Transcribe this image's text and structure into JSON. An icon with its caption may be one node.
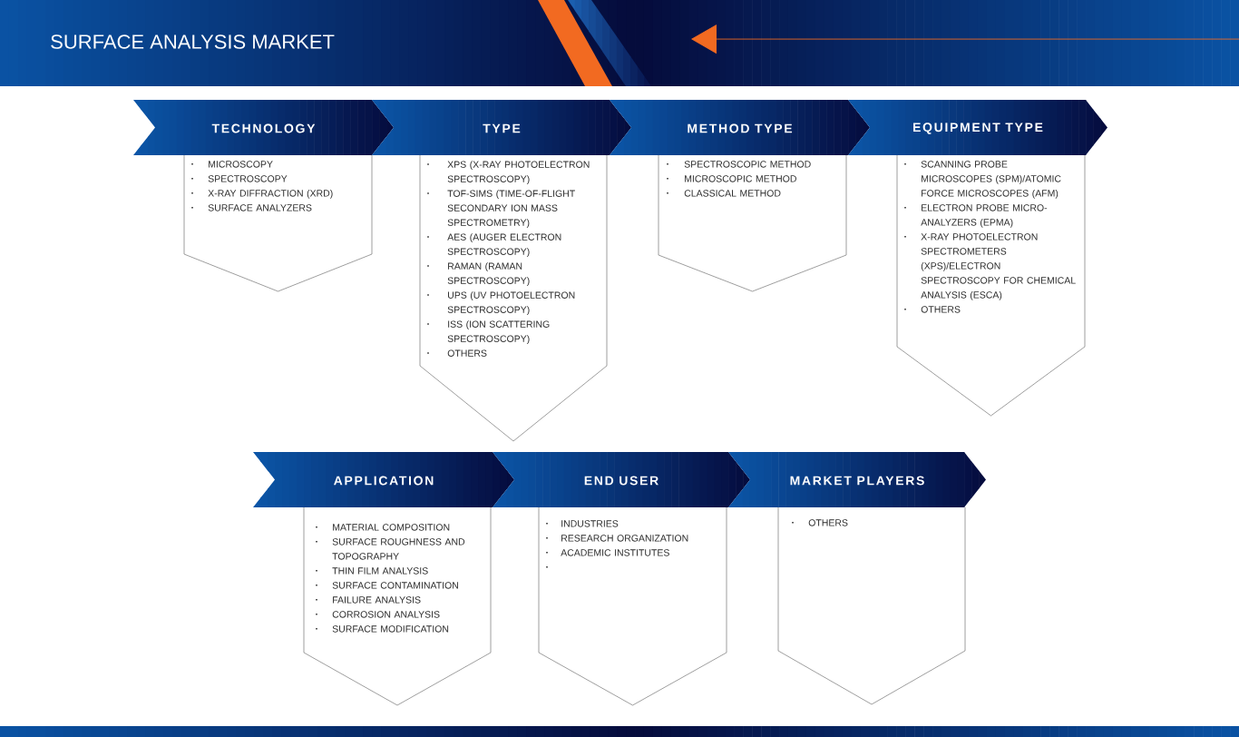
{
  "diagram": {
    "title": "SURFACE ANALYSIS MARKET",
    "nodes": [
      {
        "text": [
          "TECHNOLOGY"
        ]
      },
      {
        "text": [
          "MICROSCOPY",
          "SPECTROSCOPY",
          "X-RAY DIFFRACTION (XRD)",
          "SURFACE ANALYZERS"
        ]
      },
      {
        "text": [
          "TYPE"
        ]
      },
      {
        "text": [
          "XPS (X-RAY PHOTOELECTRON SPECTROSCOPY)",
          "TOF-SIMS (TIME-OF-FLIGHT SECONDARY ION MASS SPECTROMETRY)",
          "AES (AUGER ELECTRON SPECTROSCOPY)",
          "RAMAN (RAMAN SPECTROSCOPY)",
          "UPS (UV PHOTOELECTRON SPECTROSCOPY)",
          "ISS (ION SCATTERING SPECTROSCOPY)",
          "OTHERS"
        ]
      },
      {
        "text": [
          "METHOD TYPE"
        ]
      },
      {
        "text": [
          "SPECTROSCOPIC METHOD",
          "MICROSCOPIC METHOD",
          "CLASSICAL METHOD"
        ]
      },
      {
        "text": [
          "EQUIPMENT TYPE"
        ]
      },
      {
        "text": [
          "SCANNING PROBE MICROSCOPES (SPM)/ATOMIC FORCE MICROSCOPES (AFM)",
          "ELECTRON PROBE MICRO-ANALYZERS (EPMA)",
          "X-RAY PHOTOELECTRON SPECTROMETERS (XPS)/ELECTRON SPECTROSCOPY FOR CHEMICAL ANALYSIS (ESCA)",
          "OTHERS"
        ]
      },
      {
        "text": [
          "APPLICATION"
        ]
      },
      {
        "text": [
          "MATERIAL COMPOSITION",
          "SURFACE ROUGHNESS AND TOPOGRAPHY",
          "THIN FILM ANALYSIS",
          "SURFACE CONTAMINATION",
          "FAILURE ANALYSIS",
          "CORROSION ANALYSIS",
          "SURFACE MODIFICATION"
        ]
      },
      {
        "text": [
          "END USER"
        ]
      },
      {
        "text": [
          "INDUSTRIES",
          "RESEARCH ORGANIZATION",
          "ACADEMIC INSTITUTES"
        ]
      },
      {
        "text": [
          "MARKET PLAYERS"
        ]
      },
      {
        "text": [
          "OTHERS"
        ]
      }
    ]
  }
}
